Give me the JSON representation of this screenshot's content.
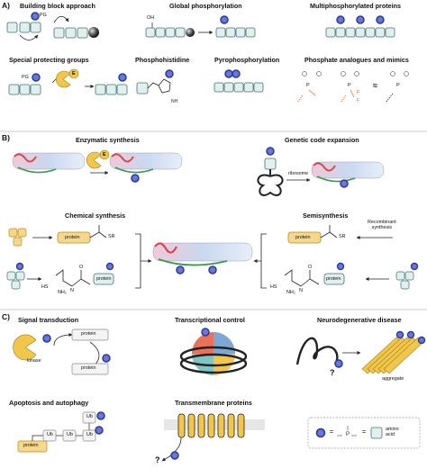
{
  "sections": {
    "a": "A)",
    "b": "B)",
    "c": "C)"
  },
  "panel_a": {
    "building_block": "Building block approach",
    "building_block_tag": "PG",
    "global_phos": "Global phosphorylation",
    "global_phos_tag": "OH",
    "multiphos": "Multiphosphorylated proteins",
    "special_pg": "Special protecting groups",
    "special_pg_tag": "PG",
    "enzyme_letter": "E",
    "phosphohistidine": "Phosphohistidine",
    "pyrophos": "Pyrophosphorylation",
    "analogues": "Phosphate analogues and mimics",
    "approx": "≈"
  },
  "panel_b": {
    "enzymatic": "Enzymatic synthesis",
    "enzyme_letter": "E",
    "genetic_code": "Genetic code expansion",
    "ribosome": "ribosome",
    "chemical": "Chemical synthesis",
    "semisynthesis": "Semisynthesis",
    "recombinant": "Recombinant\nsynthesis",
    "protein": "protein",
    "sr": "SR",
    "hs": "HS",
    "nh2": "NH₂",
    "h": "H",
    "n": "N",
    "o": "O"
  },
  "panel_c": {
    "signal": "Signal transduction",
    "kinase": "kinase",
    "protein": "protein",
    "transcriptional": "Transcriptional control",
    "neuro": "Neurodegenerative disease",
    "aggregate": "aggregate",
    "question": "?",
    "apoptosis": "Apoptosis and autophagy",
    "ub": "Ub",
    "transmembrane": "Transmembrane proteins",
    "legend_eq": "=",
    "legend_amino": "amino\nacid"
  },
  "colors": {
    "aa_fill": "#dff0ef",
    "aa_stroke": "#4a6f70",
    "phos": "#2b3a9a",
    "phos_fill": "#6a77d4",
    "enzyme": "#f2c64a",
    "protein_fill": "#f6d78b",
    "protein_stroke": "#b9892a",
    "red_mark": "#e06a3a"
  }
}
